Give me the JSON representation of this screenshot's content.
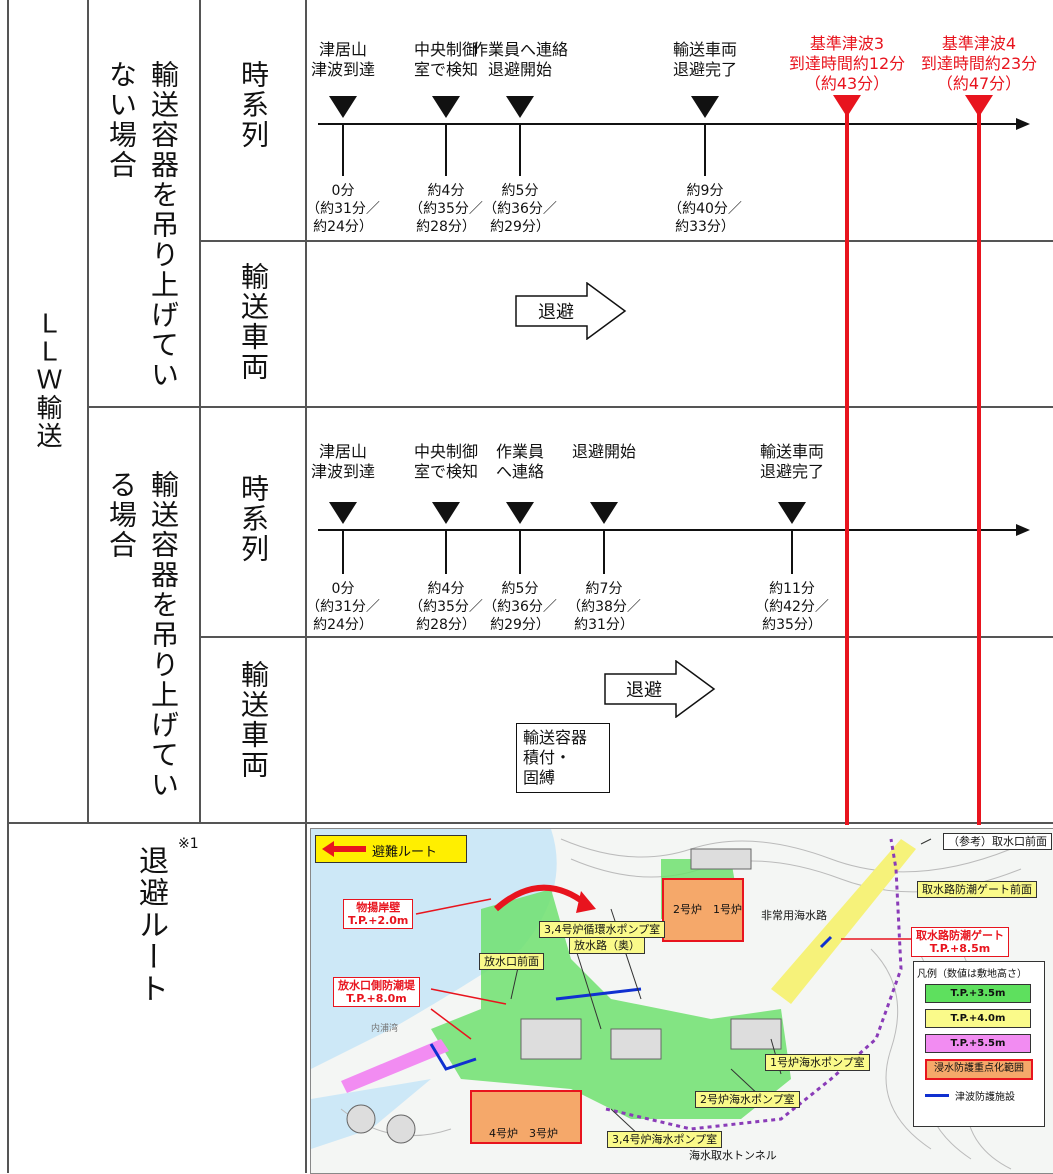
{
  "left_header": "ＬＬＷ輸送",
  "case1": {
    "title": "輸送容器を吊り上げていない場合",
    "timeline_label": "時系列",
    "vehicle_label": "輸送車両",
    "events": [
      {
        "top": "津居山\n津波到達",
        "bottom": "0分\n（約31分／\n約24分）"
      },
      {
        "top": "中央制御\n室で検知",
        "bottom": "約4分\n（約35分／\n約28分）"
      },
      {
        "top": "作業員へ連絡\n退避開始",
        "bottom": "約5分\n（約36分／\n約29分）"
      },
      {
        "top": "輸送車両\n退避完了",
        "bottom": "約9分\n（約40分／\n約33分）"
      }
    ],
    "evacuate": "退避"
  },
  "case2": {
    "title": "輸送容器を吊り上げている場合",
    "timeline_label": "時系列",
    "vehicle_label": "輸送車両",
    "events": [
      {
        "top": "津居山\n津波到達",
        "bottom": "0分\n（約31分／\n約24分）"
      },
      {
        "top": "中央制御\n室で検知",
        "bottom": "約4分\n（約35分／\n約28分）"
      },
      {
        "top": "作業員\nへ連絡",
        "bottom": "約5分\n（約36分／\n約29分）"
      },
      {
        "top": "退避開始",
        "bottom": "約7分\n（約38分／\n約31分）"
      },
      {
        "top": "輸送車両\n退避完了",
        "bottom": "約11分\n（約42分／\n約35分）"
      }
    ],
    "evacuate": "退避",
    "loading_box": "輸送容器\n積付・\n固縛"
  },
  "tsunami": [
    {
      "label": "基準津波3\n到達時間約12分\n（約43分）",
      "color": "#e8141e"
    },
    {
      "label": "基準津波4\n到達時間約23分\n（約47分）",
      "color": "#e8141e"
    }
  ],
  "route": {
    "title": "退避ルート",
    "note": "※1",
    "map": {
      "legend_route": "避難ルート",
      "ref_intake": "（参考）取水口前面",
      "gate_front": "取水路防潮ゲート前面",
      "emergency_channel": "非常用海水路",
      "gate": "取水路防潮ゲート",
      "gate_tp": "T.P.+8.5m",
      "wharf": "物揚岸壁",
      "wharf_tp": "T.P.+2.0m",
      "pump34_circ": "3,4号炉循環水ポンプ室",
      "discharge_back": "放水路（奥）",
      "discharge_front": "放水口前面",
      "seawall": "放水口側防潮堤",
      "seawall_tp": "T.P.+8.0m",
      "pump1": "1号炉海水ポンプ室",
      "pump2": "2号炉海水ポンプ室",
      "pump34": "3,4号炉海水ポンプ室",
      "tunnel": "海水取水トンネル",
      "reactor12": "2号炉　1号炉",
      "reactor34": "4号炉　3号炉",
      "bay": "内浦湾",
      "legend_title": "凡例（数値は敷地高さ）",
      "legend": [
        {
          "label": "T.P.+3.5m",
          "color": "#5ee05e"
        },
        {
          "label": "T.P.+4.0m",
          "color": "#fafa8a"
        },
        {
          "label": "T.P.+5.5m",
          "color": "#f28cf2"
        },
        {
          "label": "浸水防護重点化範囲",
          "color": "#f5a86a"
        },
        {
          "label": "津波防護施設",
          "color": "#1030d0"
        }
      ]
    }
  }
}
